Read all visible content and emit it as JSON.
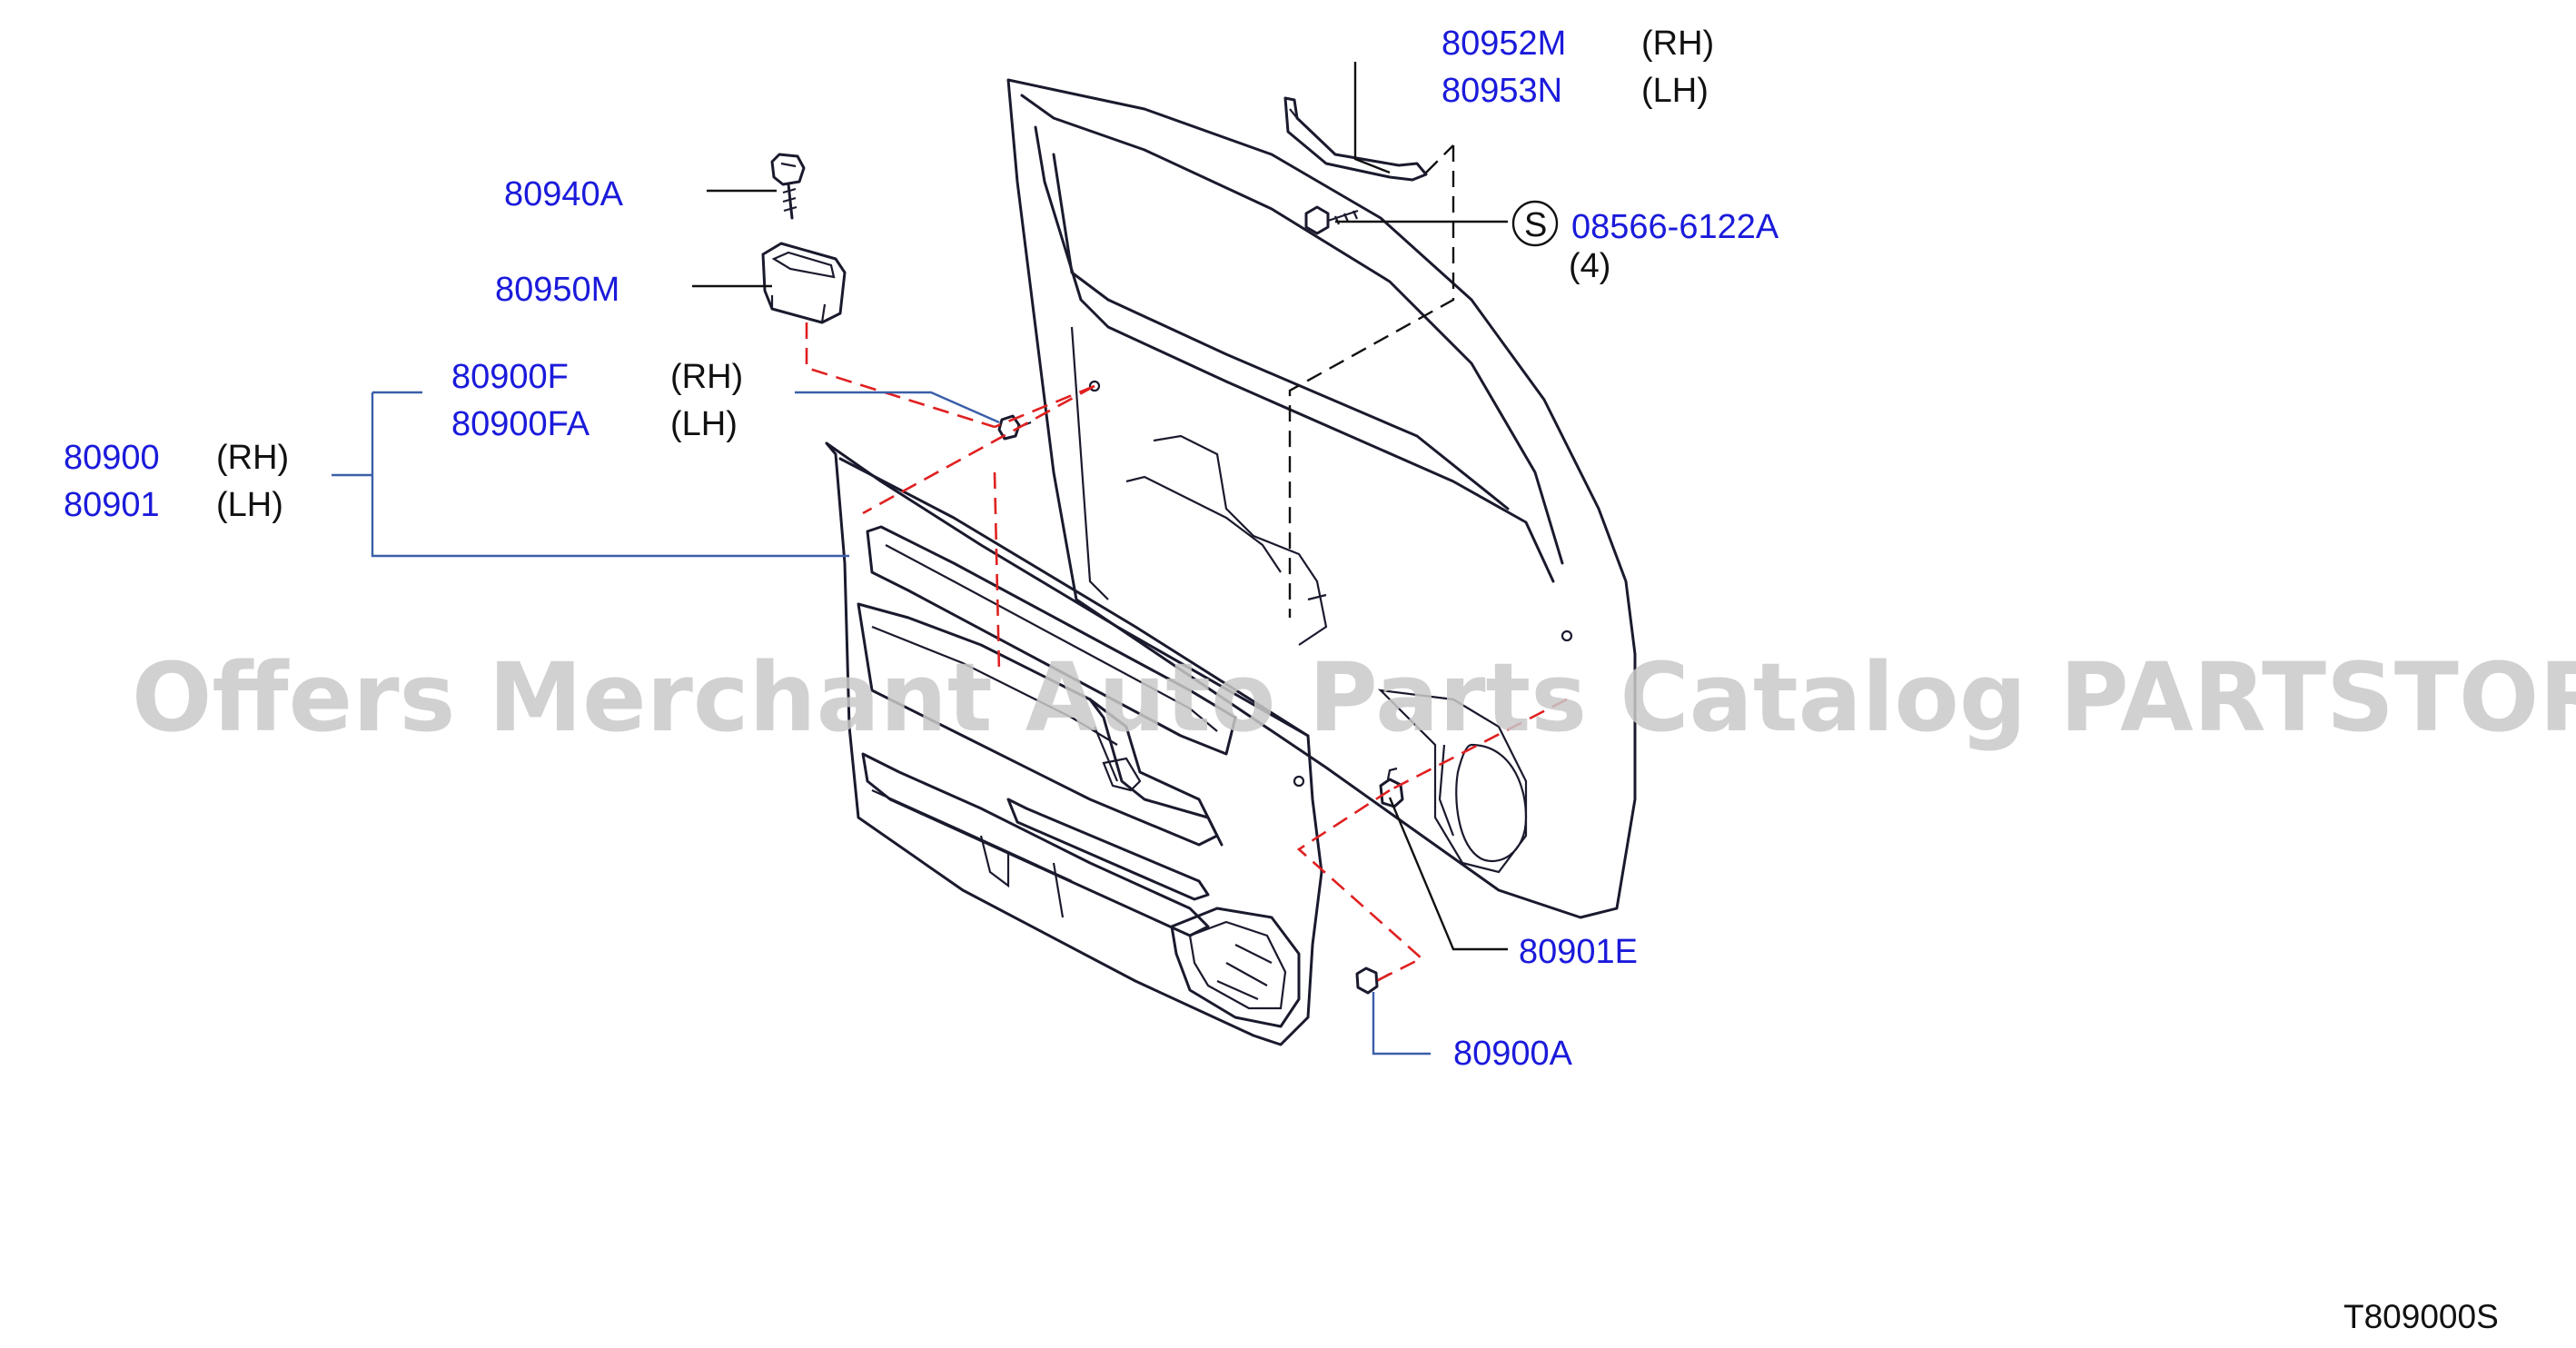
{
  "labels": {
    "bracket_rh_part": "80952M",
    "bracket_rh_side": "(RH)",
    "bracket_lh_part": "80953N",
    "bracket_lh_side": "(LH)",
    "screw_symbol": "S",
    "screw_part": "08566-6122A",
    "screw_qty": "(4)",
    "cover_part": "80940A",
    "escutcheon_part": "80950M",
    "finisher_rh_part": "80900F",
    "finisher_rh_side": "(RH)",
    "finisher_lh_part": "80900FA",
    "finisher_lh_side": "(LH)",
    "trim_rh_part": "80900",
    "trim_rh_side": "(RH)",
    "trim_lh_part": "80901",
    "trim_lh_side": "(LH)",
    "clip_part": "80901E",
    "screw2_part": "80900A"
  },
  "diagram_code": "T809000S",
  "watermark": "Offers Merchant Auto Parts Catalog PARTSTORE.SA",
  "colors": {
    "part_number": "#1a1adb",
    "leader_line": "#3b5fa8",
    "dashed_guide": "#e02020",
    "watermark": "#c9c9c9"
  }
}
